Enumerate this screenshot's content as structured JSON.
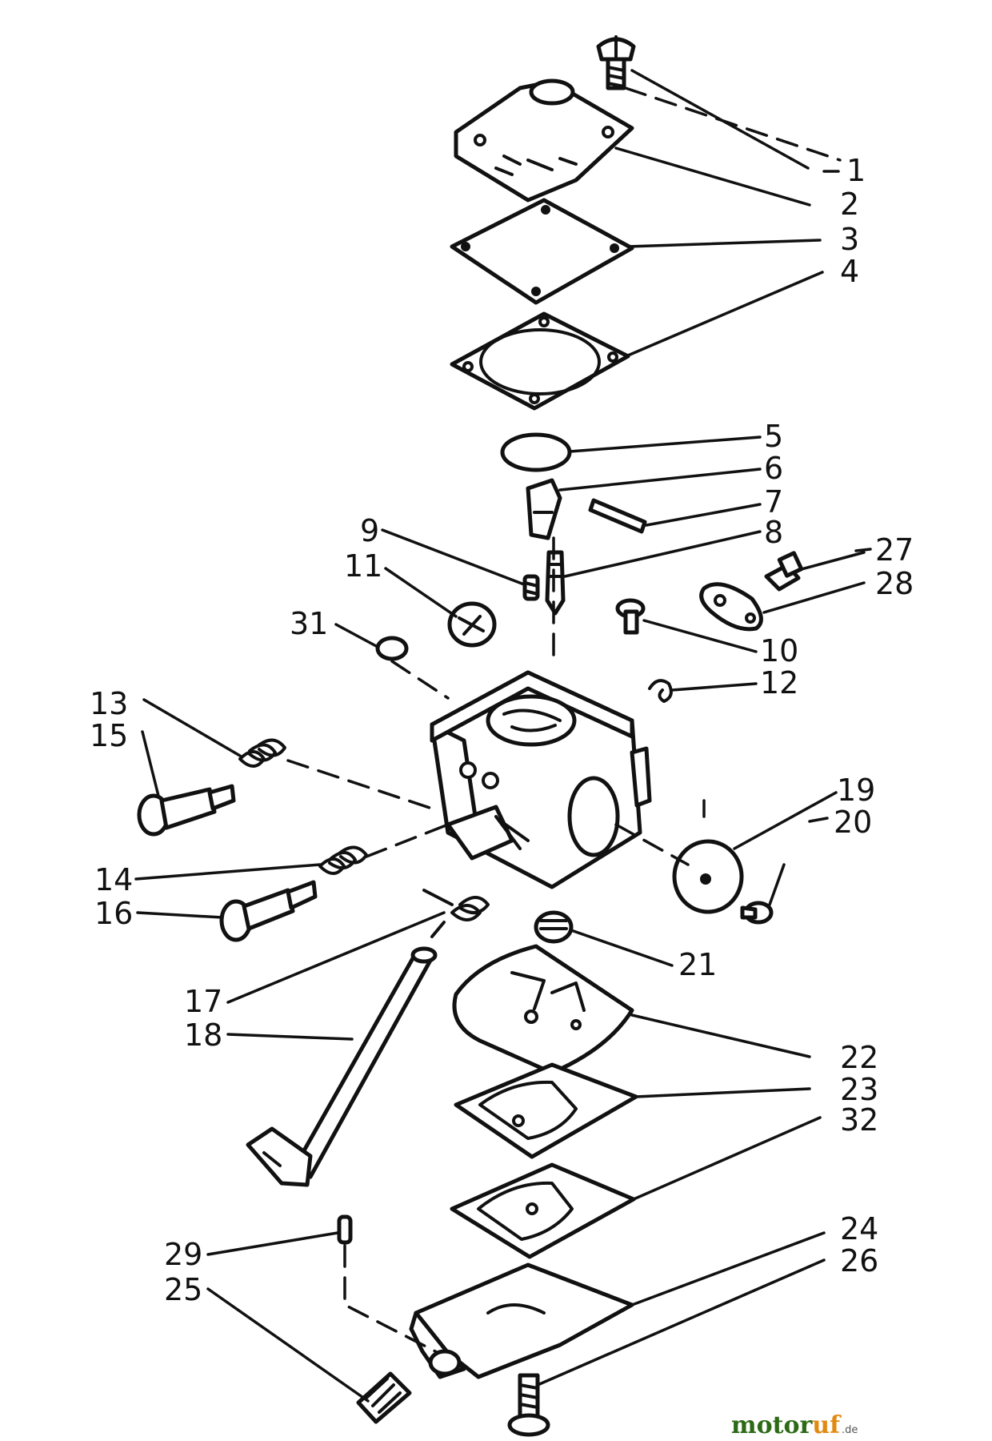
{
  "callouts": [
    {
      "id": "label-1",
      "text": "1"
    },
    {
      "id": "label-2",
      "text": "2"
    },
    {
      "id": "label-3",
      "text": "3"
    },
    {
      "id": "label-4",
      "text": "4"
    },
    {
      "id": "label-5",
      "text": "5"
    },
    {
      "id": "label-6",
      "text": "6"
    },
    {
      "id": "label-7",
      "text": "7"
    },
    {
      "id": "label-8",
      "text": "8"
    },
    {
      "id": "label-9",
      "text": "9"
    },
    {
      "id": "label-10",
      "text": "10"
    },
    {
      "id": "label-11",
      "text": "11"
    },
    {
      "id": "label-12",
      "text": "12"
    },
    {
      "id": "label-13",
      "text": "13"
    },
    {
      "id": "label-14",
      "text": "14"
    },
    {
      "id": "label-15",
      "text": "15"
    },
    {
      "id": "label-16",
      "text": "16"
    },
    {
      "id": "label-17",
      "text": "17"
    },
    {
      "id": "label-18",
      "text": "18"
    },
    {
      "id": "label-19",
      "text": "19"
    },
    {
      "id": "label-20",
      "text": "20"
    },
    {
      "id": "label-21",
      "text": "21"
    },
    {
      "id": "label-22",
      "text": "22"
    },
    {
      "id": "label-23",
      "text": "23"
    },
    {
      "id": "label-24",
      "text": "24"
    },
    {
      "id": "label-25",
      "text": "25"
    },
    {
      "id": "label-26",
      "text": "26"
    },
    {
      "id": "label-27",
      "text": "27"
    },
    {
      "id": "label-28",
      "text": "28"
    },
    {
      "id": "label-29",
      "text": "29"
    },
    {
      "id": "label-31",
      "text": "31"
    },
    {
      "id": "label-32",
      "text": "32"
    }
  ],
  "watermark": {
    "brand_main": "motor",
    "brand_accent": "uf",
    "suffix": ".de",
    "colors": {
      "main": "#2d6a16",
      "accent": "#e08a12"
    }
  }
}
